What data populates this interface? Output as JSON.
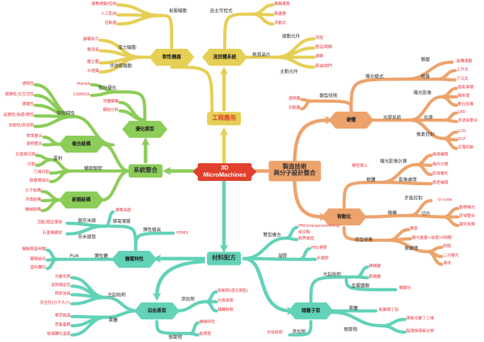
{
  "center": {
    "line1": "3D",
    "line2": "MicroMachines"
  },
  "colors": {
    "engineering": "#e6cf55",
    "system": "#8ccc58",
    "materials": "#62d2b8",
    "manufacturing": "#eda36c",
    "center": "#e0402c",
    "leaf_text": "#e8323c"
  },
  "engineering": {
    "nodes": [
      "工程應用",
      "軟性機器",
      "流控體系統",
      "氣壓驅動",
      "複數誘動/控制",
      "人工肌肉",
      "控制器",
      "電力驅動",
      "滲透壓驅動",
      "靜電吸引",
      "電溶液",
      "壓立體",
      "半透膜",
      "自主可程式",
      "邏輯運算",
      "振盪器",
      "浮動式",
      "軟質晶片",
      "被動元件",
      "主動元件",
      "流阻",
      "管道/閥閥",
      "濾網",
      "幫浦/閥門"
    ]
  },
  "system": {
    "nodes": [
      "系統整合",
      "優化模型",
      "設計優化",
      "Matlab",
      "COMSOL",
      "流體模擬",
      "靜結分析",
      "物化特性",
      "透明性",
      "選擇性/交互活性",
      "導電性",
      "延展性/強度/韌性",
      "防黏性/耐溶劑",
      "複合結構",
      "對準整合",
      "製程整合",
      "輔助製程",
      "雷射",
      "石墨烯沉積",
      "切割",
      "刀具切割",
      "脫層層接合",
      "新穎結構",
      "分子結構",
      "滲透結構",
      "機械結構"
    ]
  },
  "materials": {
    "nodes": [
      "材料配方",
      "機電特性",
      "導電薄膜",
      "導電油墨",
      "銀奈米線",
      "奈米銀管",
      "活動/固定導接",
      "石墨烯網狀",
      "彈性模具",
      "PDMS",
      "彈性體",
      "PUA",
      "聚醚胺基甲酸",
      "聚醚結合",
      "塗料轉印",
      "自由基型",
      "光起始劑",
      "光敏化劑",
      "溶熱穩定性",
      "照射波長",
      "安全性(分子大小)",
      "單體",
      "單官能基",
      "官能基數",
      "玻璃轉化溫度",
      "添加劑",
      "抑制劑(感光劑區)",
      "光吸收劑",
      "鏈轉移劑",
      "預聚物",
      "機械特性",
      "黏滯度",
      "雙型複合",
      "IPN(Interpenetrating)",
      "成交聯",
      "相界面固",
      "凝膠",
      "PEG凝膠",
      "水凝膠",
      "陽離子型",
      "光起始劑",
      "碘鎓鹽",
      "鋶鎓鹽",
      "金屬鹽類",
      "膦酸化",
      "單體",
      "氧雜環丁烷",
      "預聚物",
      "環氧化聚丁二烯",
      "脂環族環氧化物",
      "添加劑",
      "光吸收劑"
    ]
  },
  "manufacturing": {
    "nodes": [
      "製造技術\n與分子設計整合",
      "硬體",
      "翻型技術",
      "透明膜",
      "切割膜",
      "曝光模式",
      "積層",
      "旋轉運動",
      "堆疊",
      "上升式",
      "下沉式",
      "光學系統",
      "曝光影像",
      "投影面積",
      "解析度",
      "數位影像",
      "光源",
      "LED",
      "多波長整合",
      "像素控制",
      "LCD",
      "DLP",
      "灰階控制",
      "軟體",
      "模型導入",
      "曝光影像計算",
      "曲面補償",
      "幾何分層",
      "區域優化",
      "影像處理",
      "誤差補償",
      "智動化",
      "機構",
      "步進控制",
      "G-code",
      "切片",
      "動態曝光",
      "區域整合",
      "變化影像",
      "成型參數",
      "層厚",
      "曝光能量×強度(X時間)",
      "後處理",
      "除樹",
      "二次曝光",
      "清洗"
    ]
  }
}
